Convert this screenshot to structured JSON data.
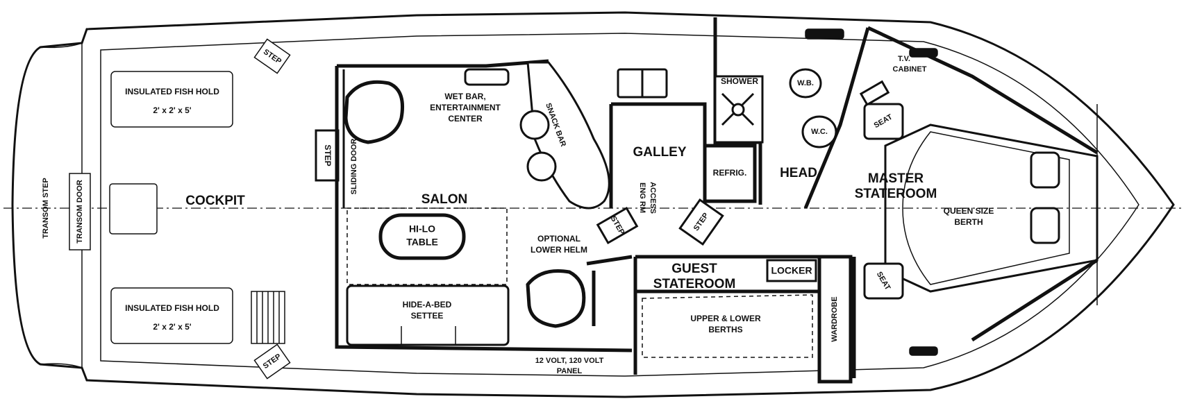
{
  "labels": {
    "transom_step": "TRANSOM STEP",
    "transom_door": "TRANSOM DOOR",
    "fish_hold_top": "INSULATED FISH HOLD",
    "fish_hold_top_size": "2' x 2' x 5'",
    "fish_hold_bottom": "INSULATED FISH HOLD",
    "fish_hold_bottom_size": "2' x 2' x 5'",
    "cockpit": "COCKPIT",
    "step_top": "STEP",
    "step_bottom": "STEP",
    "step_cockpit": "STEP",
    "sliding_door": "SLIDING DOOR",
    "wet_bar_1": "WET BAR,",
    "wet_bar_2": "ENTERTAINMENT",
    "wet_bar_3": "CENTER",
    "snack_bar": "SNACK BAR",
    "salon": "SALON",
    "hilo_1": "HI-LO",
    "hilo_2": "TABLE",
    "hide_a_bed_1": "HIDE-A-BED",
    "hide_a_bed_2": "SETTEE",
    "optional_helm_1": "OPTIONAL",
    "optional_helm_2": "LOWER HELM",
    "panel_1": "12 VOLT, 120 VOLT",
    "panel_2": "PANEL",
    "galley": "GALLEY",
    "eng_rm_1": "ENG RM",
    "eng_rm_2": "ACCESS",
    "step_galley": "STEP",
    "step_guest": "STEP",
    "refrig": "REFRIG.",
    "shower": "SHOWER",
    "wb": "W.B.",
    "wc": "W.C.",
    "head": "HEAD",
    "guest_1": "GUEST",
    "guest_2": "STATEROOM",
    "locker": "LOCKER",
    "upper_lower_1": "UPPER & LOWER",
    "upper_lower_2": "BERTHS",
    "wardrobe": "WARDROBE",
    "tv_1": "T.V.",
    "tv_2": "CABINET",
    "seat_top": "SEAT",
    "seat_bottom": "SEAT",
    "master_1": "MASTER",
    "master_2": "STATEROOM",
    "queen_1": "QUEEN SIZE",
    "queen_2": "BERTH"
  }
}
